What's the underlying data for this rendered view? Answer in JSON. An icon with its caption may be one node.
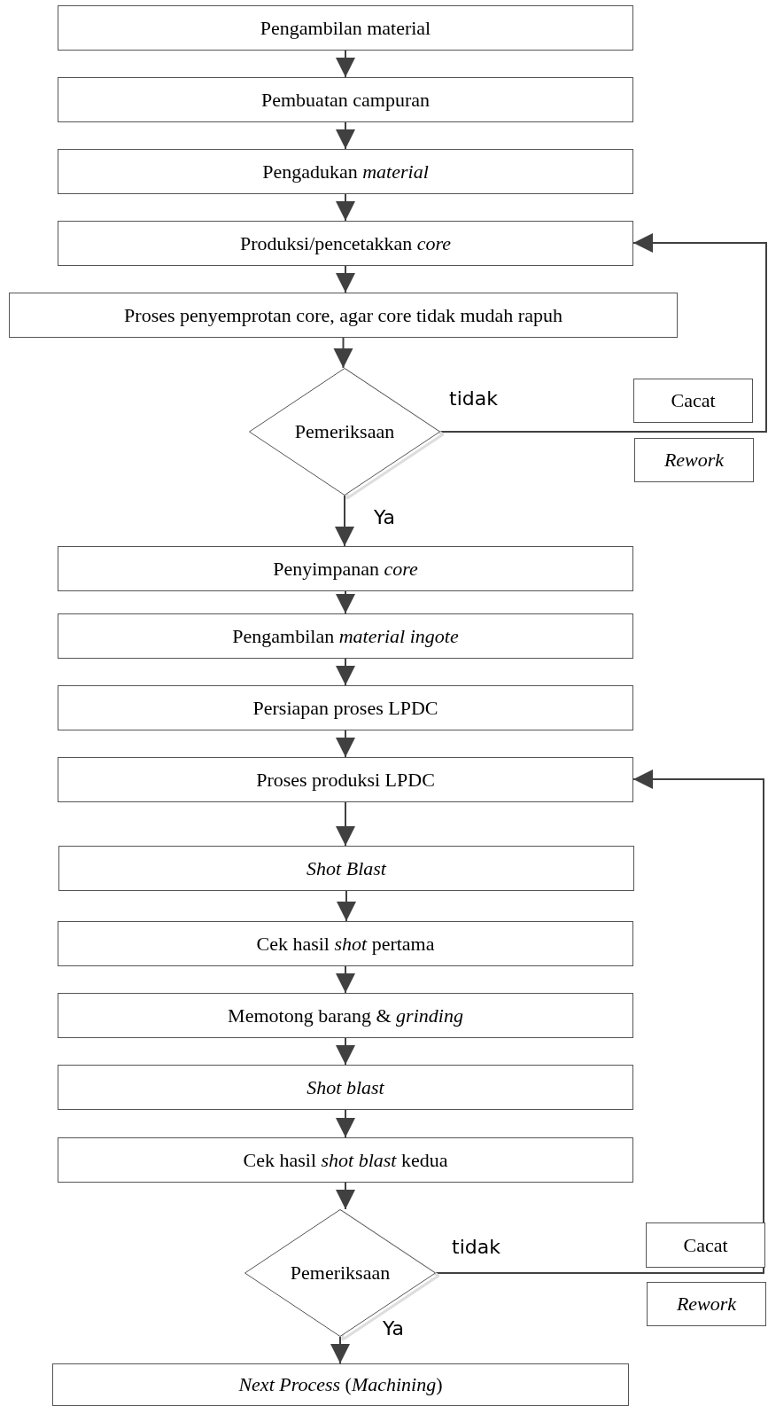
{
  "diagram": {
    "nodes": [
      {
        "text": [
          "Pengambilan material"
        ]
      },
      {
        "text": [
          "Pembuatan campuran"
        ]
      },
      {
        "text": [
          "Pengadukan *material*"
        ]
      },
      {
        "text": [
          "Produksi/pencetakkan *core*"
        ]
      },
      {
        "text": [
          "Proses penyemprotan core, agar core tidak mudah rapuh"
        ]
      },
      {
        "text": [
          "Pemeriksaan"
        ]
      },
      {
        "text": [
          "Cacat"
        ]
      },
      {
        "text": [
          "Rework"
        ]
      },
      {
        "text": [
          "Penyimpanan *core*"
        ]
      },
      {
        "text": [
          "Pengambilan *material ingote*"
        ]
      },
      {
        "text": [
          "Persiapan proses LPDC"
        ]
      },
      {
        "text": [
          "Proses produksi LPDC"
        ]
      },
      {
        "text": [
          "Shot Blast"
        ]
      },
      {
        "text": [
          "Cek hasil *shot* pertama"
        ]
      },
      {
        "text": [
          "Memotong barang & *grinding*"
        ]
      },
      {
        "text": [
          "Shot blast"
        ]
      },
      {
        "text": [
          "Cek hasil *shot blast* kedua"
        ]
      },
      {
        "text": [
          "Pemeriksaan"
        ]
      },
      {
        "text": [
          "Cacat"
        ]
      },
      {
        "text": [
          "Rework"
        ]
      },
      {
        "text": [
          "*Next Process* (*Machining*)"
        ]
      }
    ],
    "edges": [
      {
        "from": 0,
        "to": 1,
        "arrow": "to"
      },
      {
        "from": 1,
        "to": 2,
        "arrow": "to"
      },
      {
        "from": 2,
        "to": 3,
        "arrow": "to"
      },
      {
        "from": 3,
        "to": 4,
        "arrow": "to"
      },
      {
        "from": 4,
        "to": 5,
        "arrow": "to"
      },
      {
        "from": 5,
        "to": 3,
        "arrow": "to",
        "label": "tidak"
      },
      {
        "from": 5,
        "to": 8,
        "arrow": "to",
        "label": "Ya"
      },
      {
        "from": 8,
        "to": 9,
        "arrow": "to"
      },
      {
        "from": 9,
        "to": 10,
        "arrow": "to"
      },
      {
        "from": 10,
        "to": 11,
        "arrow": "to"
      },
      {
        "from": 11,
        "to": 12,
        "arrow": "to"
      },
      {
        "from": 12,
        "to": 13,
        "arrow": "to"
      },
      {
        "from": 13,
        "to": 14,
        "arrow": "to"
      },
      {
        "from": 14,
        "to": 15,
        "arrow": "to"
      },
      {
        "from": 15,
        "to": 16,
        "arrow": "to"
      },
      {
        "from": 16,
        "to": 17,
        "arrow": "to"
      },
      {
        "from": 17,
        "to": 11,
        "arrow": "to",
        "label": "tidak"
      },
      {
        "from": 17,
        "to": 20,
        "arrow": "to",
        "label": "Ya"
      }
    ]
  }
}
